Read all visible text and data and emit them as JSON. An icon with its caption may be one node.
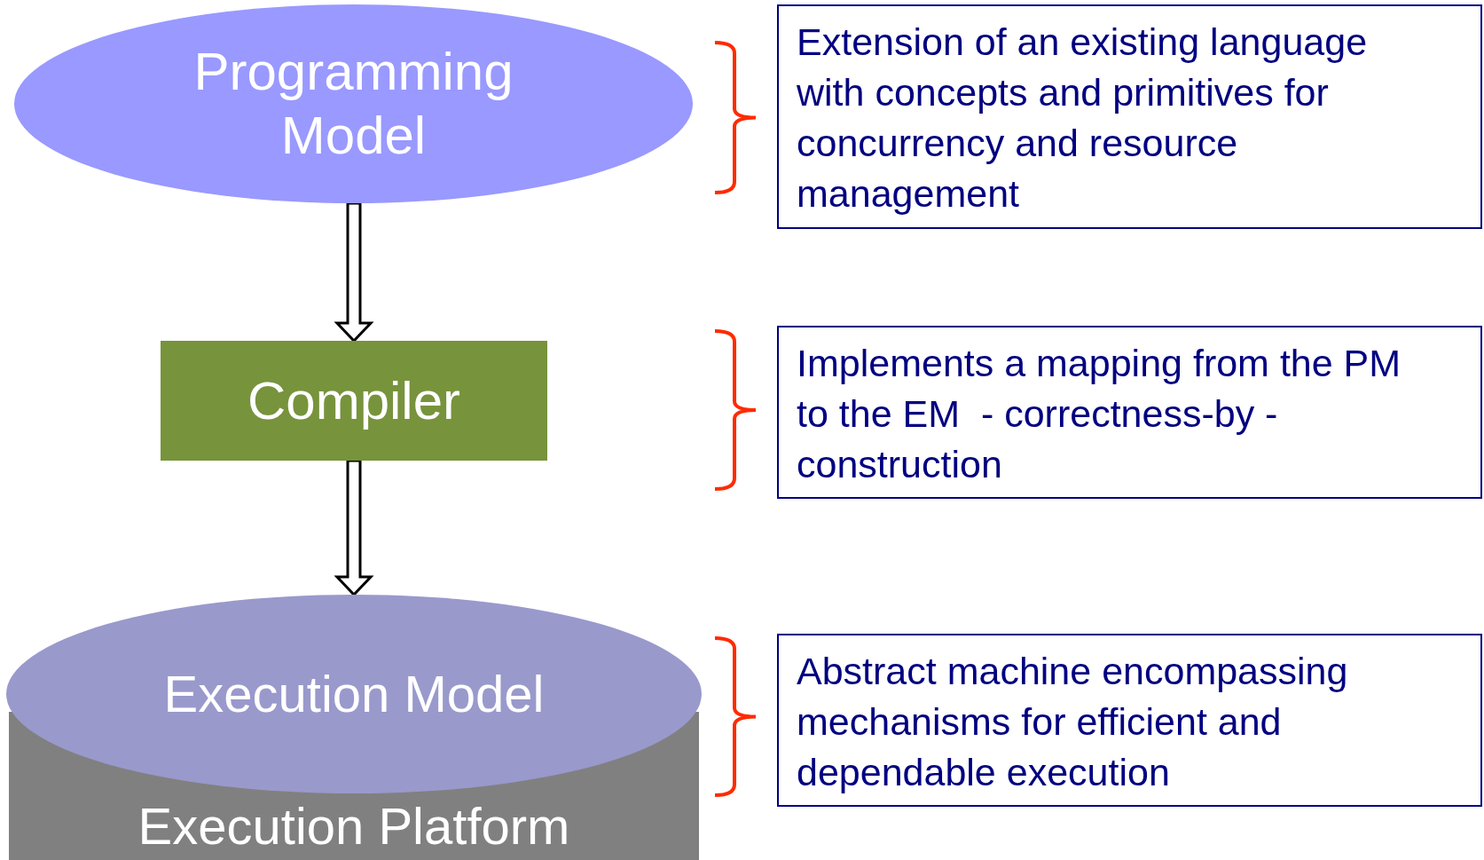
{
  "diagram": {
    "nodes": [
      {
        "text": [
          "Programming Model"
        ]
      },
      {
        "text": [
          "Compiler"
        ]
      },
      {
        "text": [
          "Execution Model"
        ]
      },
      {
        "text": [
          "Execution Platform"
        ]
      },
      {
        "text": [
          "Extension of an existing language with concepts and primitives for concurrency and resource management"
        ]
      },
      {
        "text": [
          "Implements a mapping from the PM to the EM  - correctness-by - construction"
        ]
      },
      {
        "text": [
          "Abstract machine encompassing mechanisms for efficient and dependable execution"
        ]
      }
    ],
    "edges": [
      {
        "from": 0,
        "to": 1,
        "arrow": "to"
      },
      {
        "from": 1,
        "to": 2,
        "arrow": "to"
      }
    ]
  }
}
